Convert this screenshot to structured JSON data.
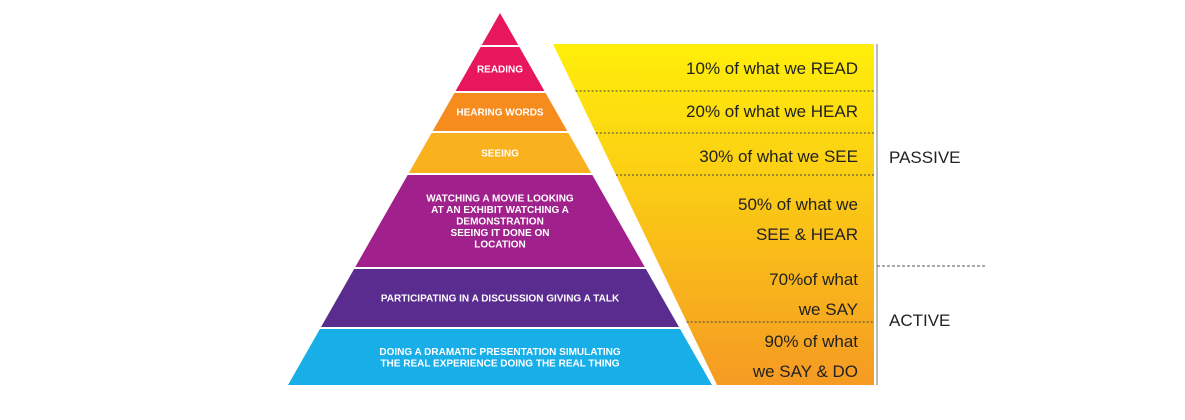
{
  "pyramid": {
    "levels": [
      {
        "lines": [
          ""
        ],
        "color": "#E8175D"
      },
      {
        "lines": [
          "READING"
        ],
        "color": "#E8175D"
      },
      {
        "lines": [
          "HEARING WORDS"
        ],
        "color": "#F68B1E"
      },
      {
        "lines": [
          "SEEING"
        ],
        "color": "#F9B21D"
      },
      {
        "lines": [
          "WATCHING A MOVIE LOOKING",
          "AT AN EXHIBIT WATCHING A",
          "DEMONSTRATION",
          "SEEING IT DONE ON",
          "LOCATION"
        ],
        "color": "#A0218C"
      },
      {
        "lines": [
          "PARTICIPATING IN A DISCUSSION GIVING A TALK"
        ],
        "color": "#5B2C8F"
      },
      {
        "lines": [
          "DOING A DRAMATIC PRESENTATION SIMULATING",
          "THE REAL EXPERIENCE DOING THE REAL THING"
        ],
        "color": "#18AEE8"
      }
    ]
  },
  "retention": {
    "colors": {
      "top": "#FFEF0A",
      "bottom": "#F59A23"
    },
    "items": [
      {
        "lines": [
          "10% of what we READ"
        ]
      },
      {
        "lines": [
          "20% of what we HEAR"
        ]
      },
      {
        "lines": [
          "30% of what we SEE"
        ]
      },
      {
        "lines": [
          "50% of what we",
          "SEE & HEAR"
        ]
      },
      {
        "lines": [
          "70%of what",
          "we SAY"
        ]
      },
      {
        "lines": [
          "90% of what",
          "we SAY & DO"
        ]
      }
    ]
  },
  "categories": {
    "passive": "PASSIVE",
    "active": "ACTIVE"
  }
}
